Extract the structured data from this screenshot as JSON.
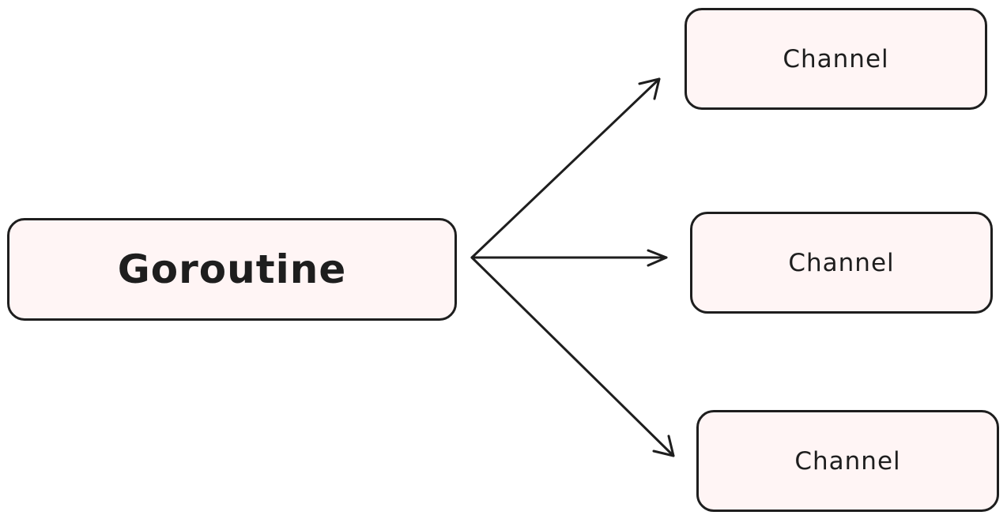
{
  "diagram": {
    "colors": {
      "node_fill": "#fff5f5",
      "stroke": "#1e1e1e",
      "background": "#ffffff"
    },
    "source": {
      "label": "Goroutine"
    },
    "targets": [
      {
        "label": "Channel"
      },
      {
        "label": "Channel"
      },
      {
        "label": "Channel"
      }
    ],
    "edges": [
      {
        "from": "source",
        "to": 0
      },
      {
        "from": "source",
        "to": 1
      },
      {
        "from": "source",
        "to": 2
      }
    ]
  }
}
